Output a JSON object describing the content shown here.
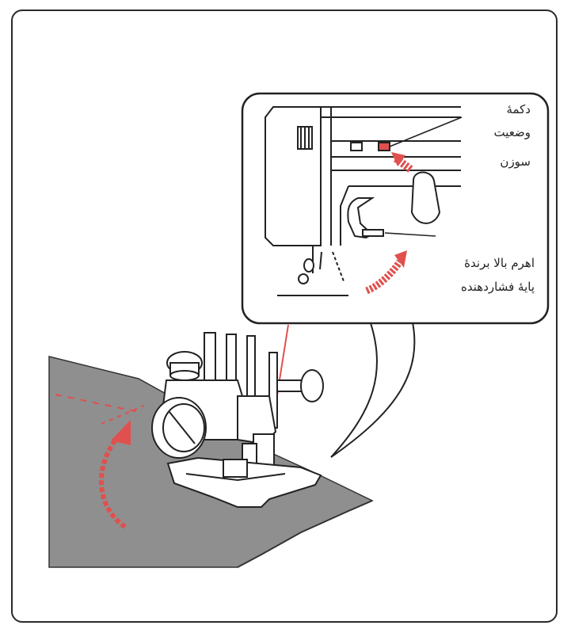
{
  "labels": {
    "needle_position_button": {
      "line1": "دکمهٔ",
      "line2": "وضعیت",
      "line3": "سوزن"
    },
    "presser_foot_lever": {
      "line1": "اهرم بالا برندهٔ",
      "line2": "پایهٔ فشاردهنده"
    }
  },
  "colors": {
    "ink": "#222222",
    "fabric": "#8f8f8f",
    "accent": "#e0504e"
  }
}
